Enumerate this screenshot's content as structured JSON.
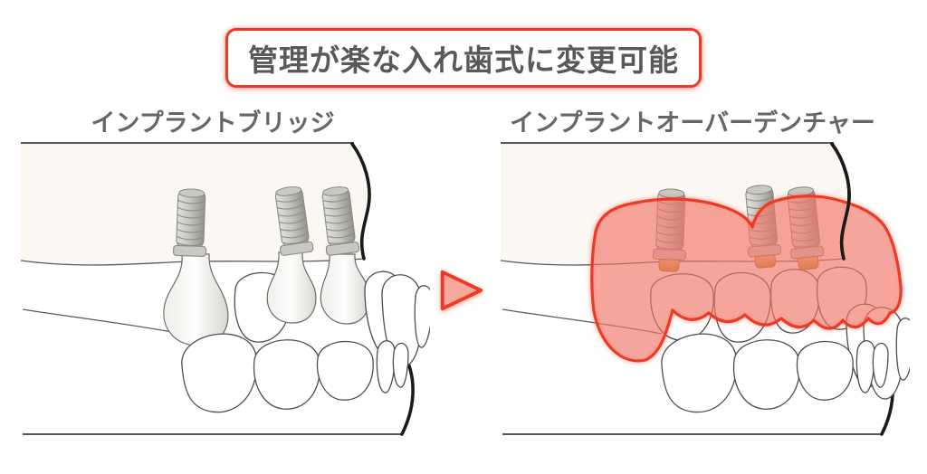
{
  "title": {
    "text": "管理が楽な入れ歯式に変更可能"
  },
  "panels": [
    {
      "id": "implant-bridge",
      "label": "インプラントブリッジ",
      "implant_count": 3,
      "has_overlay": false
    },
    {
      "id": "implant-overdenture",
      "label": "インプラントオーバーデンチャー",
      "implant_count": 3,
      "has_overlay": true
    }
  ],
  "arrow": {
    "icon": "right-triangle-arrow-icon",
    "direction": "right"
  },
  "colors": {
    "accent_red": "#ee3a24",
    "overlay_pink": "#f2857b",
    "title_text": "#595959",
    "label_text": "#666666",
    "jaw_fill": "#fbf8f3",
    "outline_dark": "#1a1a1a",
    "line_gray": "#5a5a5a",
    "tooth_stroke": "#4d4d4d",
    "background": "#ffffff"
  }
}
